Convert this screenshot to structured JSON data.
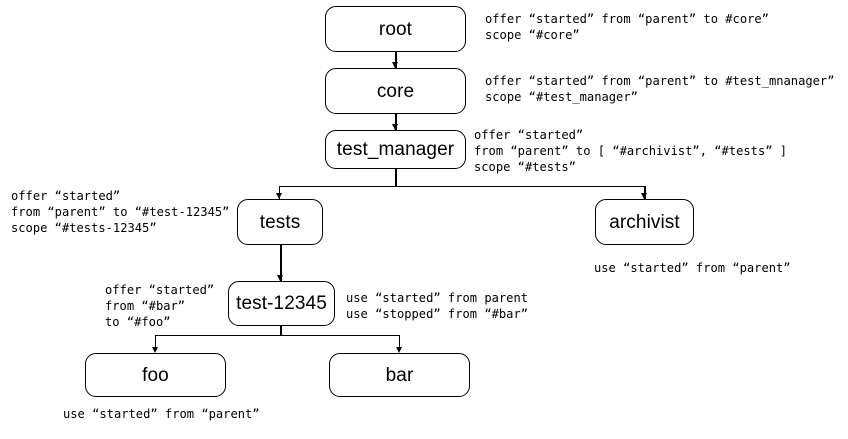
{
  "diagram": {
    "title": "component hierarchy with event routing annotations",
    "nodes": [
      {
        "id": "root",
        "label": "root"
      },
      {
        "id": "core",
        "label": "core"
      },
      {
        "id": "test_manager",
        "label": "test_manager"
      },
      {
        "id": "tests",
        "label": "tests"
      },
      {
        "id": "archivist",
        "label": "archivist"
      },
      {
        "id": "test-12345",
        "label": "test-12345"
      },
      {
        "id": "foo",
        "label": "foo"
      },
      {
        "id": "bar",
        "label": "bar"
      }
    ],
    "annotations": [
      {
        "id": "root-annot",
        "for": "root",
        "lines": [
          "offer “started” from “parent” to #core”",
          "scope “#core”"
        ]
      },
      {
        "id": "core-annot",
        "for": "core",
        "lines": [
          "offer “started” from “parent” to #test_mnanager”",
          "scope “#test_manager”"
        ]
      },
      {
        "id": "test-manager-annot",
        "for": "test_manager",
        "lines": [
          "offer “started”",
          "from “parent” to [ “#archivist”, “#tests” ]",
          "scope “#tests”"
        ]
      },
      {
        "id": "tests-annot",
        "for": "tests",
        "lines": [
          "offer “started”",
          "from “parent” to “#test-12345”",
          "scope “#tests-12345”"
        ]
      },
      {
        "id": "archivist-annot",
        "for": "archivist",
        "lines": [
          "use “started” from “parent”"
        ]
      },
      {
        "id": "test-12345-left-annot",
        "for": "test-12345",
        "lines": [
          "offer “started”",
          "from “#bar”",
          "to “#foo”"
        ]
      },
      {
        "id": "test-12345-right-annot",
        "for": "test-12345",
        "lines": [
          "use “started” from parent",
          "use “stopped” from “#bar”"
        ]
      },
      {
        "id": "foo-annot",
        "for": "foo",
        "lines": [
          "use “started” from “parent”"
        ]
      }
    ],
    "colors": {
      "stroke": "#000000",
      "text": "#000000",
      "background": "#ffffff"
    }
  }
}
